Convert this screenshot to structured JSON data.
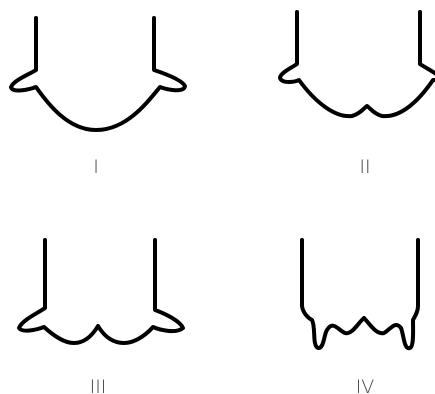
{
  "figures": [
    {
      "label": "I"
    },
    {
      "label": "II"
    },
    {
      "label": "III"
    },
    {
      "label": "IV"
    }
  ]
}
